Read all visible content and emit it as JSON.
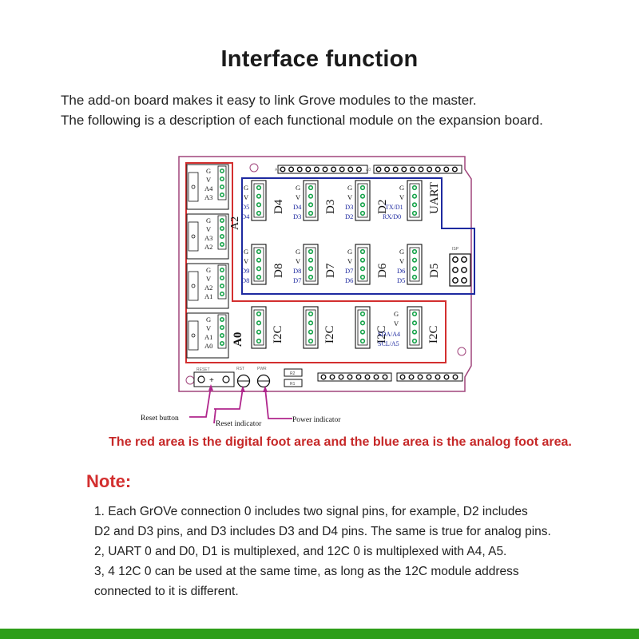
{
  "title": "Interface function",
  "intro": [
    "The add-on board makes it easy to link Grove modules to the master.",
    "The following is a description of each functional module on the expansion board."
  ],
  "board": {
    "colors": {
      "outline": "#a0457c",
      "red": "#d32f2f",
      "blue": "#1e2aa0",
      "pin": "#17a34a",
      "magenta": "#b0268c"
    },
    "left_ports": [
      {
        "g": "G",
        "v": "V",
        "s1": "A4",
        "s2": "A3"
      },
      {
        "g": "G",
        "v": "V",
        "s1": "A3",
        "s2": "A2"
      },
      {
        "g": "G",
        "v": "V",
        "s1": "A2",
        "s2": "A1"
      },
      {
        "g": "G",
        "v": "V",
        "s1": "A1",
        "s2": "A0"
      }
    ],
    "side_label_a": "A2",
    "side_label_b": "A0",
    "top_ports": [
      {
        "g": "G",
        "v": "V",
        "s1": "D5",
        "s2": "D4",
        "name": "D4"
      },
      {
        "g": "G",
        "v": "V",
        "s1": "D4",
        "s2": "D3",
        "name": "D3"
      },
      {
        "g": "G",
        "v": "V",
        "s1": "D3",
        "s2": "D2",
        "name": "D2"
      },
      {
        "g": "G",
        "v": "V",
        "s1": "TX/D1",
        "s2": "RX/D0",
        "name": "UART"
      }
    ],
    "mid_ports": [
      {
        "g": "G",
        "v": "V",
        "s1": "D9",
        "s2": "D8",
        "name": "D8"
      },
      {
        "g": "G",
        "v": "V",
        "s1": "D8",
        "s2": "D7",
        "name": "D7"
      },
      {
        "g": "G",
        "v": "V",
        "s1": "D7",
        "s2": "D6",
        "name": "D6"
      },
      {
        "g": "G",
        "v": "V",
        "s1": "D6",
        "s2": "D5",
        "name": "D5"
      }
    ],
    "i2c_ports": [
      {
        "name": "I2C"
      },
      {
        "name": "I2C"
      },
      {
        "name": "I2C",
        "g": "G",
        "v": "V",
        "s1": "SDA/A4",
        "s2": "SCL/A5"
      },
      {
        "name": "I2C"
      }
    ],
    "callouts": {
      "reset_button": "Reset  button",
      "reset_indicator": "Reset indicator",
      "power_indicator": "Power indicator"
    }
  },
  "caption": "The red area is the digital foot area and the blue area is the analog foot area.",
  "note_title": "Note:",
  "notes": [
    "1. Each GrOVe connection 0 includes two signal pins, for example, D2 includes",
    "D2 and D3 pins, and D3 includes D3 and D4 pins. The same is true for analog pins.",
    "2, UART 0 and D0, D1 is multiplexed, and 12C 0 is multiplexed with A4, A5.",
    "3, 4 12C 0 can be used at the same time, as long as the 12C module address",
    "connected to it is different."
  ]
}
